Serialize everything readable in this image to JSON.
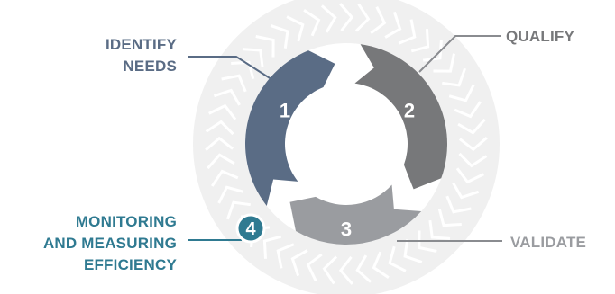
{
  "colors": {
    "step_1": "#5a6c85",
    "step_2": "#77787a",
    "step_3": "#9a9ca0",
    "step_4": "#2f7a91",
    "tire": "#f0f0f0",
    "tread": "#ffffff",
    "leader": "#8a8c90"
  },
  "steps": [
    {
      "number": "1",
      "lines": [
        "IDENTIFY",
        "NEEDS"
      ]
    },
    {
      "number": "2",
      "lines": [
        "QUALIFY"
      ]
    },
    {
      "number": "3",
      "lines": [
        "VALIDATE"
      ]
    },
    {
      "number": "4",
      "lines": [
        "MONITORING",
        "AND MEASURING",
        "EFFICIENCY"
      ]
    }
  ]
}
